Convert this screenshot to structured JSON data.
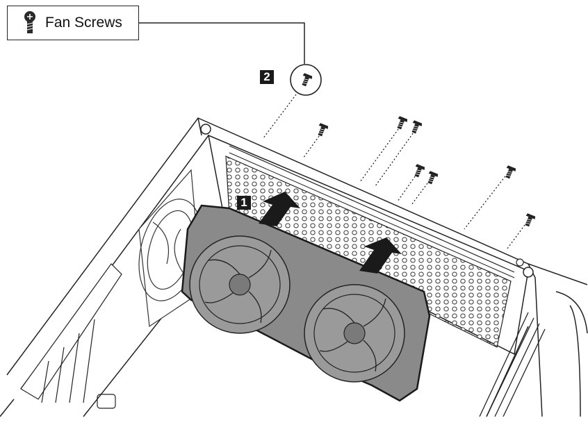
{
  "legend": {
    "label": "Fan Screws",
    "icon": "screw-icon"
  },
  "steps": [
    {
      "number": "1"
    },
    {
      "number": "2"
    }
  ],
  "colors": {
    "line": "#222222",
    "fan_fill": "#8a8a8a",
    "badge": "#1a1a1a"
  }
}
